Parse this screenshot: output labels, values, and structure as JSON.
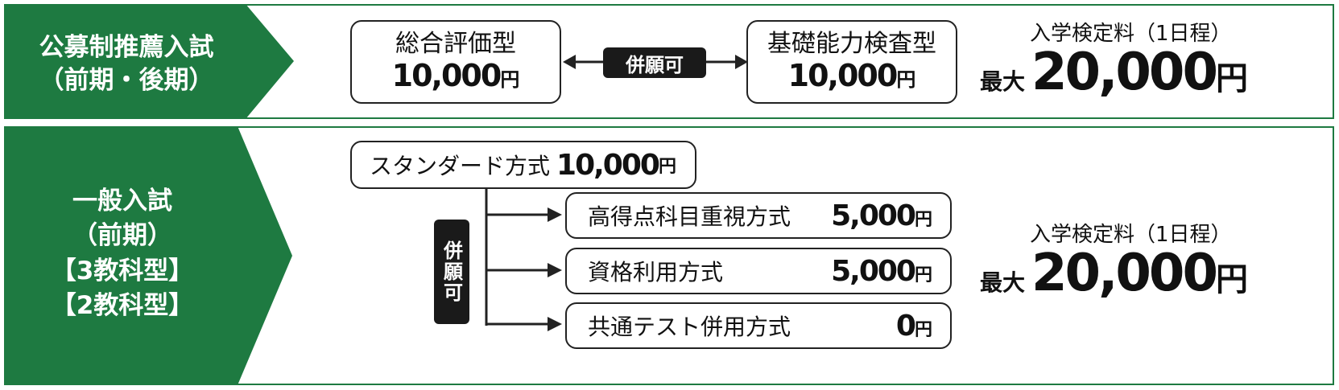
{
  "top": {
    "badge_line1": "公募制推薦入試",
    "badge_line2": "（前期・後期）",
    "box1": {
      "label": "総合評価型",
      "amount": "10,000",
      "unit": "円"
    },
    "concurrent": "併願可",
    "box2": {
      "label": "基礎能力検査型",
      "amount": "10,000",
      "unit": "円"
    },
    "fee_caption": "入学検定料（1日程）",
    "fee_prefix": "最大",
    "fee_amount": "20,000",
    "fee_unit": "円"
  },
  "bottom": {
    "badge_line1": "一般入試",
    "badge_line2": "（前期）",
    "badge_line3": "【3教科型】",
    "badge_line4": "【2教科型】",
    "standard": {
      "label": "スタンダード方式",
      "amount": "10,000",
      "unit": "円"
    },
    "concurrent": "併願可",
    "options": [
      {
        "label": "高得点科目重視方式",
        "amount": "5,000",
        "unit": "円"
      },
      {
        "label": "資格利用方式",
        "amount": "5,000",
        "unit": "円"
      },
      {
        "label": "共通テスト併用方式",
        "amount": "0",
        "unit": "円"
      }
    ],
    "fee_caption": "入学検定料（1日程）",
    "fee_prefix": "最大",
    "fee_amount": "20,000",
    "fee_unit": "円"
  },
  "colors": {
    "brand_green": "#1e7a41",
    "dark": "#1a1a1a"
  }
}
